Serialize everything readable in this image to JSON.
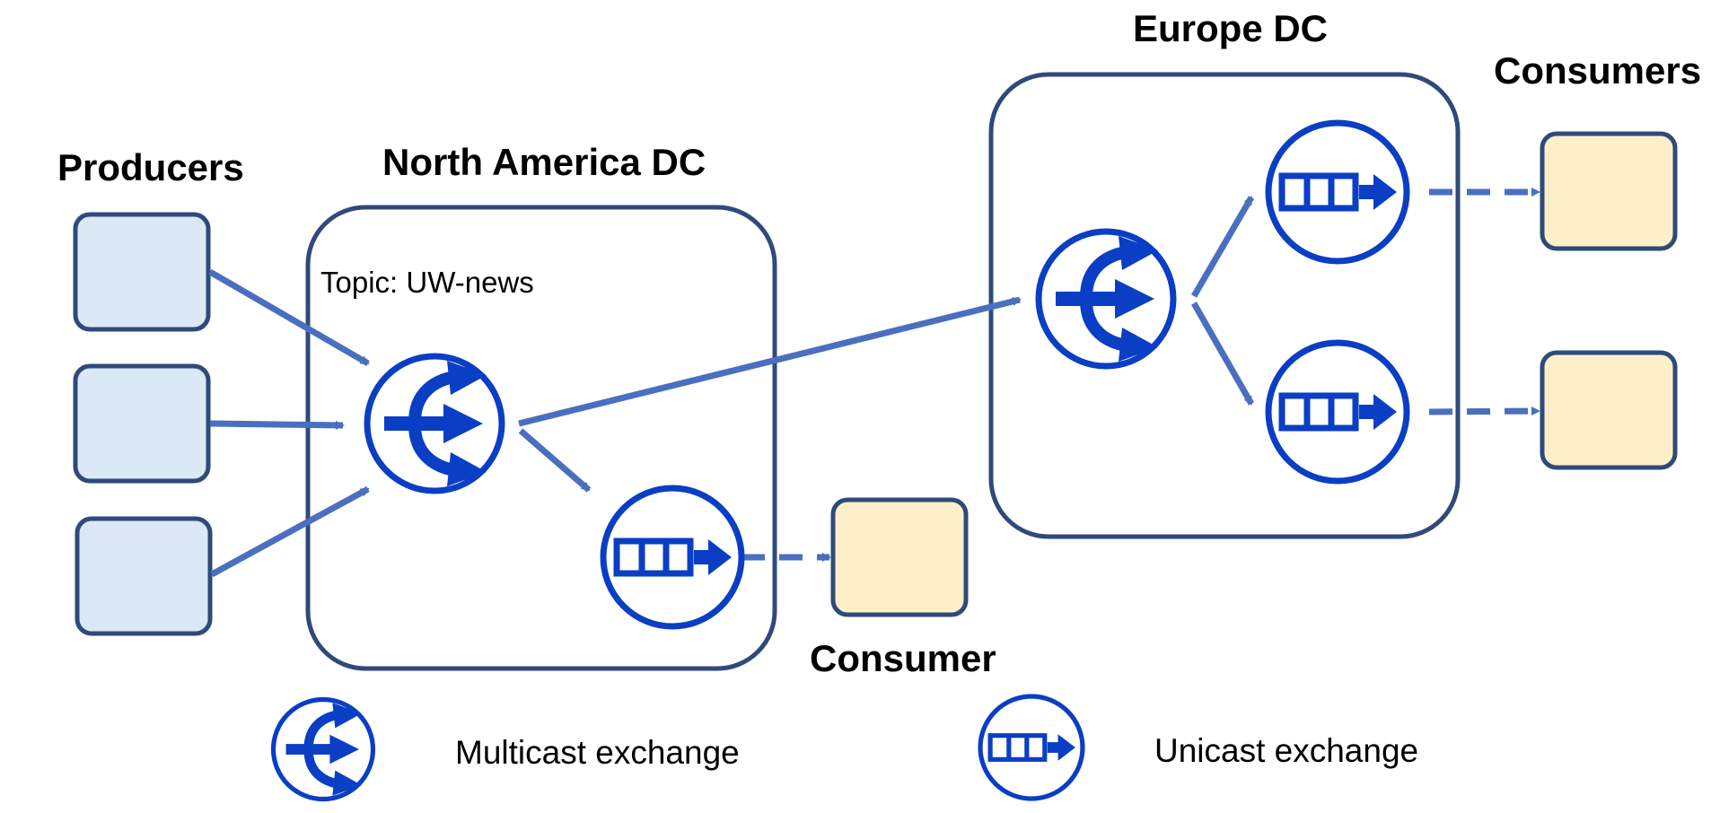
{
  "labels": {
    "producers": "Producers",
    "north_america_dc": "North America DC",
    "topic": "Topic: UW-news",
    "europe_dc": "Europe DC",
    "consumers": "Consumers",
    "consumer": "Consumer"
  },
  "legend": {
    "multicast": {
      "icon": "multicast-exchange-icon",
      "label": "Multicast exchange"
    },
    "unicast": {
      "icon": "unicast-exchange-icon",
      "label": "Unicast exchange"
    }
  },
  "colors": {
    "producer_fill": "#dbe8f5",
    "producer_stroke": "#2f4a7a",
    "consumer_fill": "#fdf0c9",
    "consumer_stroke": "#2f4a7a",
    "dc_stroke": "#2f4a7a",
    "exchange_blue": "#0a3ec4",
    "arrow_blue": "#4a6fc0"
  }
}
